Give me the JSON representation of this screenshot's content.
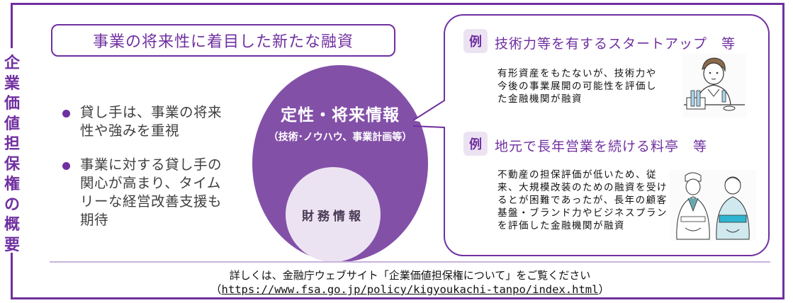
{
  "side_title": {
    "chars": [
      "企",
      "業",
      "価",
      "値",
      "担",
      "保",
      "権",
      "の",
      "概",
      "要"
    ],
    "text": "企業価値担保権の概要"
  },
  "headline": "事業の将来性に着目した新たな融資",
  "bullets": [
    {
      "text": "貸し手は、事業の将来性や強みを重視"
    },
    {
      "text": "事業に対する貸し手の関心が高まり、タイムリーな経営改善支援も期待"
    }
  ],
  "diagram": {
    "outer_circle": {
      "title": "定性・将来情報",
      "subtitle": "（技術･ノウハウ、事業計画等）"
    },
    "inner_circle": {
      "label": "財務情報"
    }
  },
  "examples": [
    {
      "badge": "例",
      "title": "技術力等を有するスタートアップ　等",
      "description": "有形資産をもたないが、技術力や今後の事業展開の可能性を評価した金融機関が融資",
      "illustration": "scientist-illustration"
    },
    {
      "badge": "例",
      "title": "地元で長年営業を続ける料亭　等",
      "description": "不動産の担保評価が低いため、従来、大規模改装のための融資を受けるとが困難であったが、長年の顧客基盤・ブランド力やビジネスプランを評価した金融機関が融資",
      "illustration": "ryotei-staff-illustration"
    }
  ],
  "footer": {
    "line1": "詳しくは、金融庁ウェブサイト「企業価値担保権について」をご覧ください",
    "open_paren": "（",
    "url": "https://www.fsa.go.jp/policy/kigyoukachi-tanpo/index.html",
    "close_paren": "）"
  },
  "colors": {
    "accent": "#7030a0",
    "circle_outer": "#8350a8",
    "circle_inner": "#ece3f2",
    "badge_bg": "#ece3f2",
    "divider": "#c9b3dc"
  }
}
